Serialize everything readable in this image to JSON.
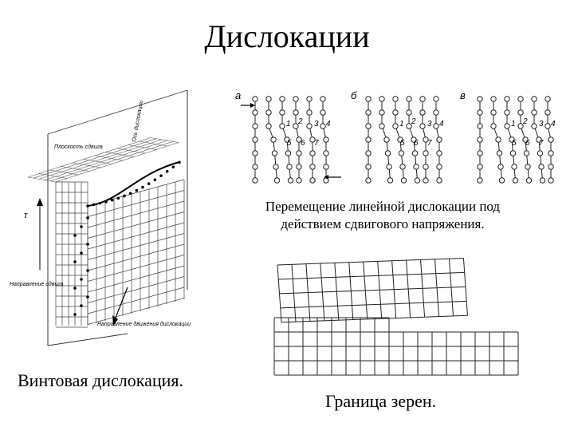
{
  "slide": {
    "title": "Дислокации",
    "captions": {
      "line_dislocation": "Перемещение линейной дислокации под действием сдвигового напряжения.",
      "screw_dislocation": "Винтовая дислокация.",
      "grain_boundary": "Граница зерен."
    }
  },
  "screw_figure": {
    "labels": {
      "plane": "Плоскость сдвига",
      "axis": "Ось дислокации",
      "stress": "Направление сдвига",
      "motion": "Направление движения дислокации",
      "tau": "τ"
    }
  },
  "line_figure": {
    "panels": [
      "а",
      "б",
      "в"
    ],
    "numbers": [
      "1",
      "2",
      "3",
      "4",
      "5",
      "6",
      "7"
    ]
  }
}
